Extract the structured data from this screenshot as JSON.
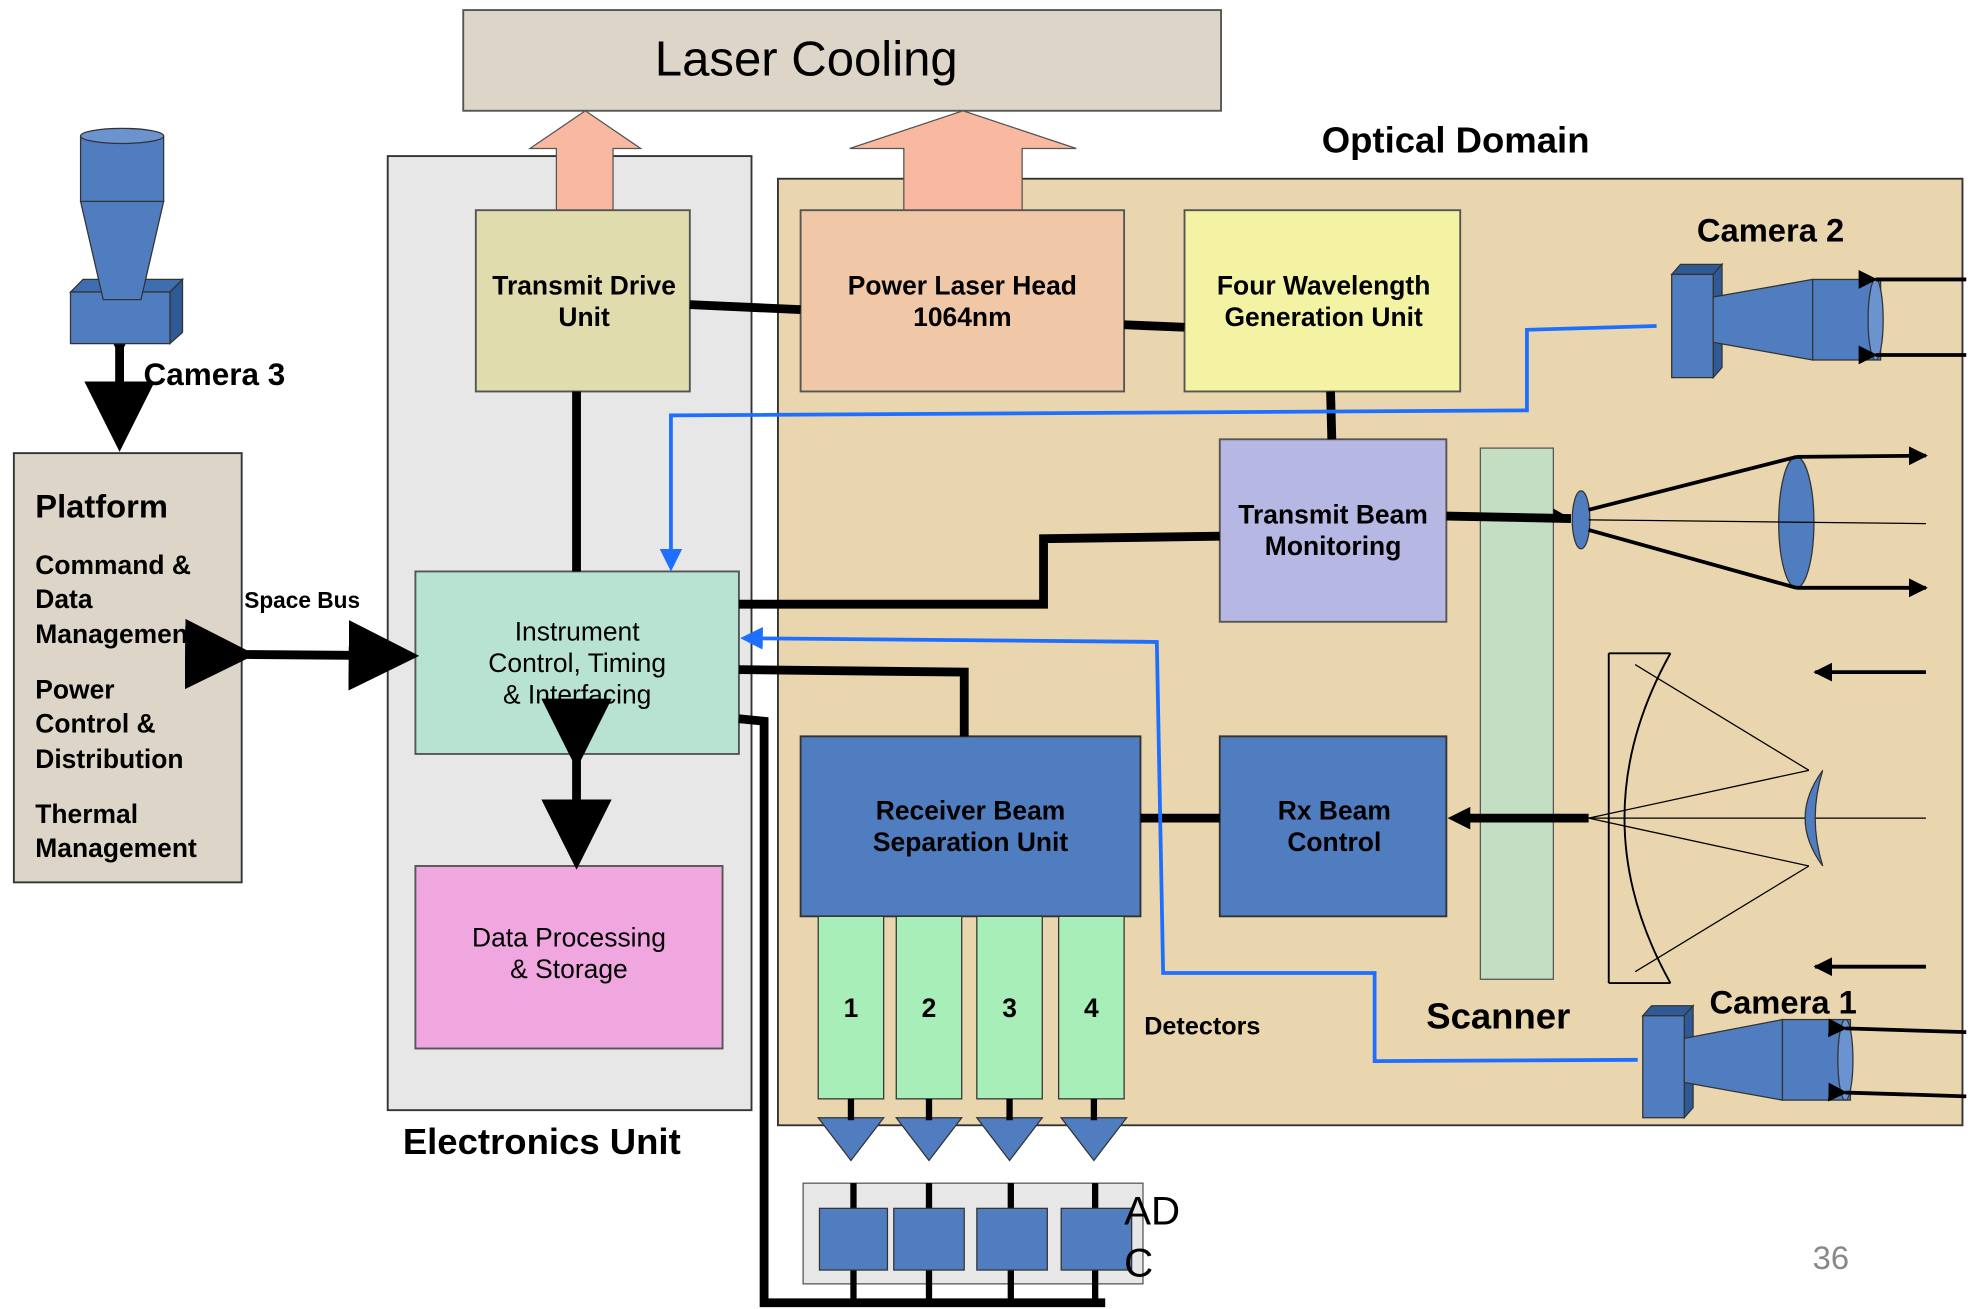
{
  "diagram": {
    "laser_cooling": "Laser Cooling",
    "optical_domain": "Optical Domain",
    "electronics_unit": "Electronics Unit",
    "camera1": "Camera 1",
    "camera2": "Camera 2",
    "camera3": "Camera 3",
    "platform": {
      "title": "Platform",
      "items": [
        "Command &\nData\nManagement",
        "Power\nControl &\nDistribution",
        "Thermal\nManagement"
      ]
    },
    "space_bus": "Space Bus",
    "transmit_drive_unit": "Transmit Drive\nUnit",
    "power_laser_head": "Power Laser Head\n1064nm",
    "four_wavelength": "Four Wavelength\nGeneration Unit",
    "transmit_beam_monitoring": "Transmit Beam\nMonitoring",
    "instrument_control": "Instrument\nControl, Timing\n& Interfacing",
    "data_processing": "Data Processing\n& Storage",
    "receiver_beam_separation": "Receiver Beam\nSeparation Unit",
    "rx_beam_control": "Rx Beam\nControl",
    "detector_numbers": [
      "1",
      "2",
      "3",
      "4"
    ],
    "detectors": "Detectors",
    "scanner": "Scanner",
    "adc": "AD\nC",
    "page_number": "36"
  },
  "colors": {
    "laser_cooling_fill": "#ddd6c8",
    "electronics_fill": "#e7e7e7",
    "optical_fill": "#e9d6ae",
    "platform_fill": "#ddd6c8",
    "transmit_drive_fill": "#e0dcae",
    "power_laser_fill": "#f0c8a8",
    "four_wavelength_fill": "#f3f3a3",
    "transmit_beam_fill": "#b7b7e3",
    "instrument_control_fill": "#b8e3d2",
    "data_processing_fill": "#f0a7e0",
    "receiver_fill": "#4f7dbf",
    "rx_control_fill": "#4f7dbf",
    "detector_fill": "#a8eeb8",
    "scanner_fill": "#c4dec4",
    "arrow_fill": "#f9b9a0",
    "signal_line": "#1f6fff",
    "camera_blue": "#4f7dbf"
  }
}
